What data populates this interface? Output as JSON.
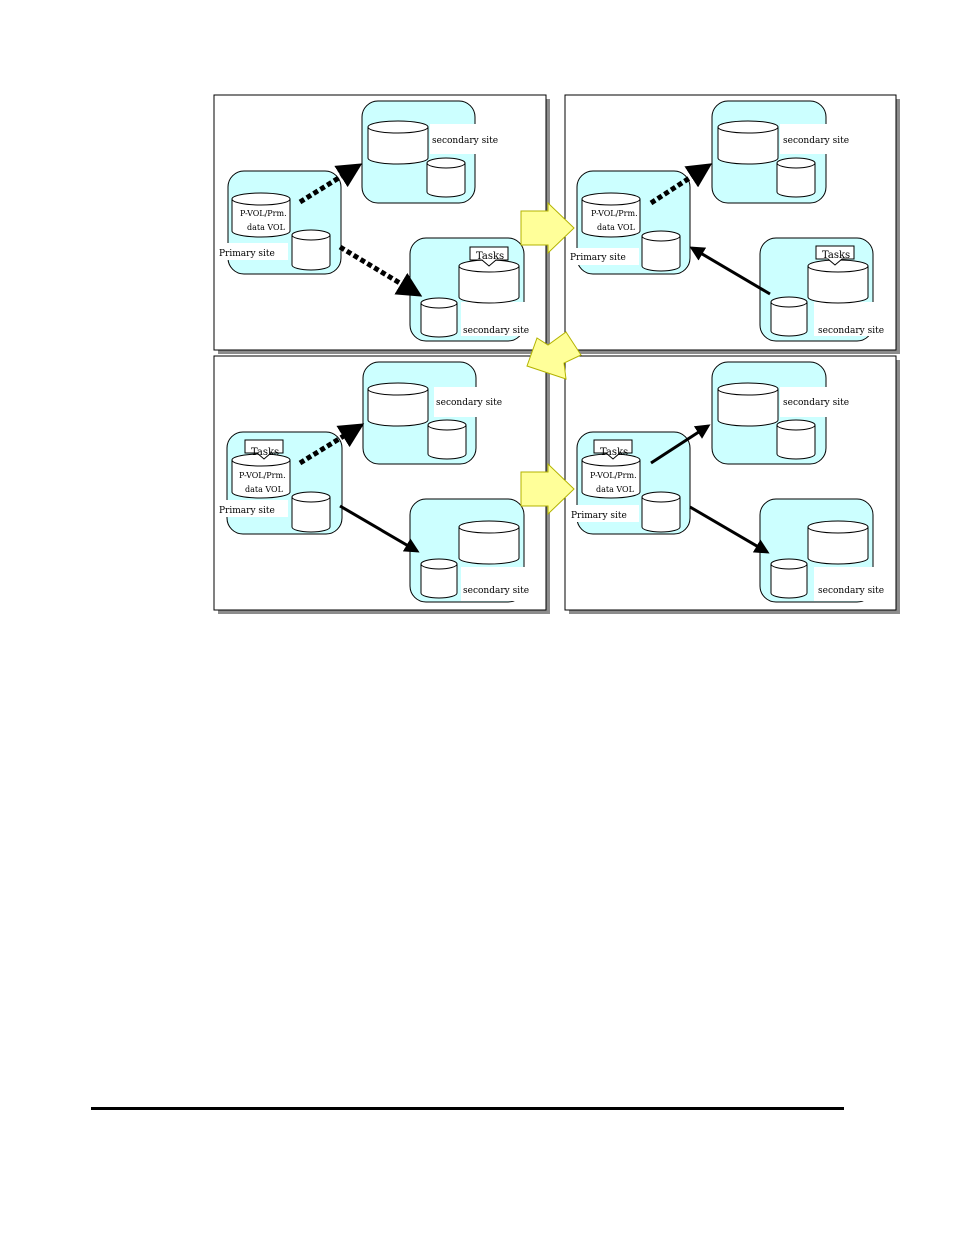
{
  "labels": {
    "primary_site": "Primary site",
    "secondary_site": "secondary site",
    "volume_line1": "P-VOL/Prm.",
    "volume_line2": "data VOL",
    "tasks": "Tasks"
  },
  "colors": {
    "site_fill": "#ccffff",
    "step_arrow_fill": "#ffff99",
    "link_stroke": "#000000"
  },
  "panels": [
    {
      "id": "panel-1",
      "tasks_at": "lower-secondary",
      "link_upper": "dashed",
      "link_lower": "dashed"
    },
    {
      "id": "panel-2",
      "tasks_at": "lower-secondary",
      "link_upper": "dashed",
      "link_lower": "solid, toward primary"
    },
    {
      "id": "panel-3",
      "tasks_at": "primary",
      "link_upper": "dashed",
      "link_lower": "solid"
    },
    {
      "id": "panel-4",
      "tasks_at": "primary",
      "link_upper": "solid",
      "link_lower": "solid"
    }
  ]
}
